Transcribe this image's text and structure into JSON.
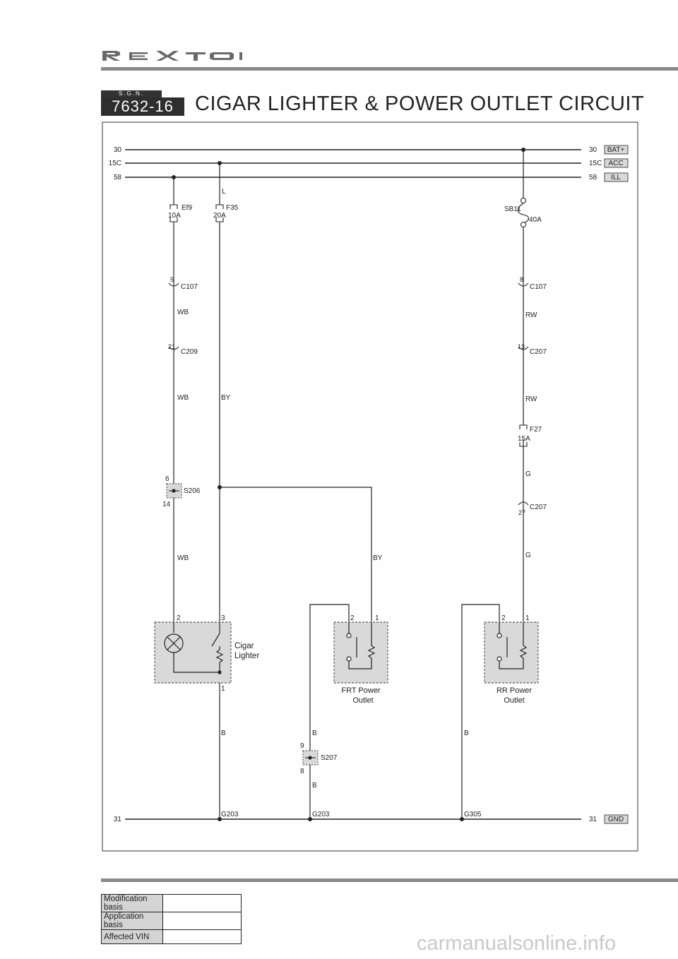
{
  "header": {
    "brand": "REXTON",
    "sgn": "S.G.N.",
    "code": "7632-16",
    "title": "CIGAR LIGHTER  &  POWER OUTLET CIRCUIT"
  },
  "rails": {
    "left": [
      "30",
      "15C",
      "58"
    ],
    "right": [
      "30",
      "15C",
      "58"
    ],
    "tags": [
      "BAT+",
      "ACC",
      "ILL"
    ],
    "ground_left": "31",
    "ground_right": "31",
    "ground_tag": "GND"
  },
  "fuses": {
    "ef9_name": "Ef9",
    "ef9_rating": "10A",
    "f35_name": "F35",
    "f35_rating": "20A",
    "sb11_name": "SB11",
    "sb11_rating": "40A",
    "f27_name": "F27",
    "f27_rating": "15A"
  },
  "connectors": {
    "c107_left_pin": "5",
    "c107_left": "C107",
    "c209_pin": "21",
    "c209": "C209",
    "c107_right_pin": "8",
    "c107_right": "C107",
    "c207_pin_a": "13",
    "c207_a": "C207",
    "c207_pin_b": "27",
    "c207_b": "C207"
  },
  "splices": {
    "s206": "S206",
    "s206_top": "6",
    "s206_bottom": "14",
    "s207": "S207",
    "s207_top": "9",
    "s207_bottom": "8"
  },
  "wires": {
    "l": "L",
    "wb1": "WB",
    "wb2": "WB",
    "wb3": "WB",
    "by1": "BY",
    "by2": "BY",
    "rw1": "RW",
    "rw2": "RW",
    "g1": "G",
    "g2": "G",
    "b1": "B",
    "b2": "B",
    "b3": "B",
    "b4": "B"
  },
  "components": {
    "cigar_line1": "Cigar",
    "cigar_line2": "Lighter",
    "cigar_pin_lamp": "2",
    "cigar_pin_feed": "3",
    "cigar_pin_gnd": "1",
    "frt_line1": "FRT Power",
    "frt_line2": "Outlet",
    "frt_pin2": "2",
    "frt_pin1": "1",
    "rr_line1": "RR Power",
    "rr_line2": "Outlet",
    "rr_pin2": "2",
    "rr_pin1": "1"
  },
  "grounds": {
    "g203_a": "G203",
    "g203_b": "G203",
    "g305": "G305"
  },
  "footer": {
    "rows": [
      {
        "label": "Modification basis",
        "value": ""
      },
      {
        "label": "Application basis",
        "value": ""
      },
      {
        "label": "Affected VIN",
        "value": ""
      }
    ],
    "watermark": "carmanualsonline.info"
  },
  "colors": {
    "frame_gray": "#cfcfcf",
    "component_fill": "#d9d9d9",
    "header_bar": "#2e2e2e",
    "rule": "#8a8a8a",
    "wire": "#222222"
  }
}
